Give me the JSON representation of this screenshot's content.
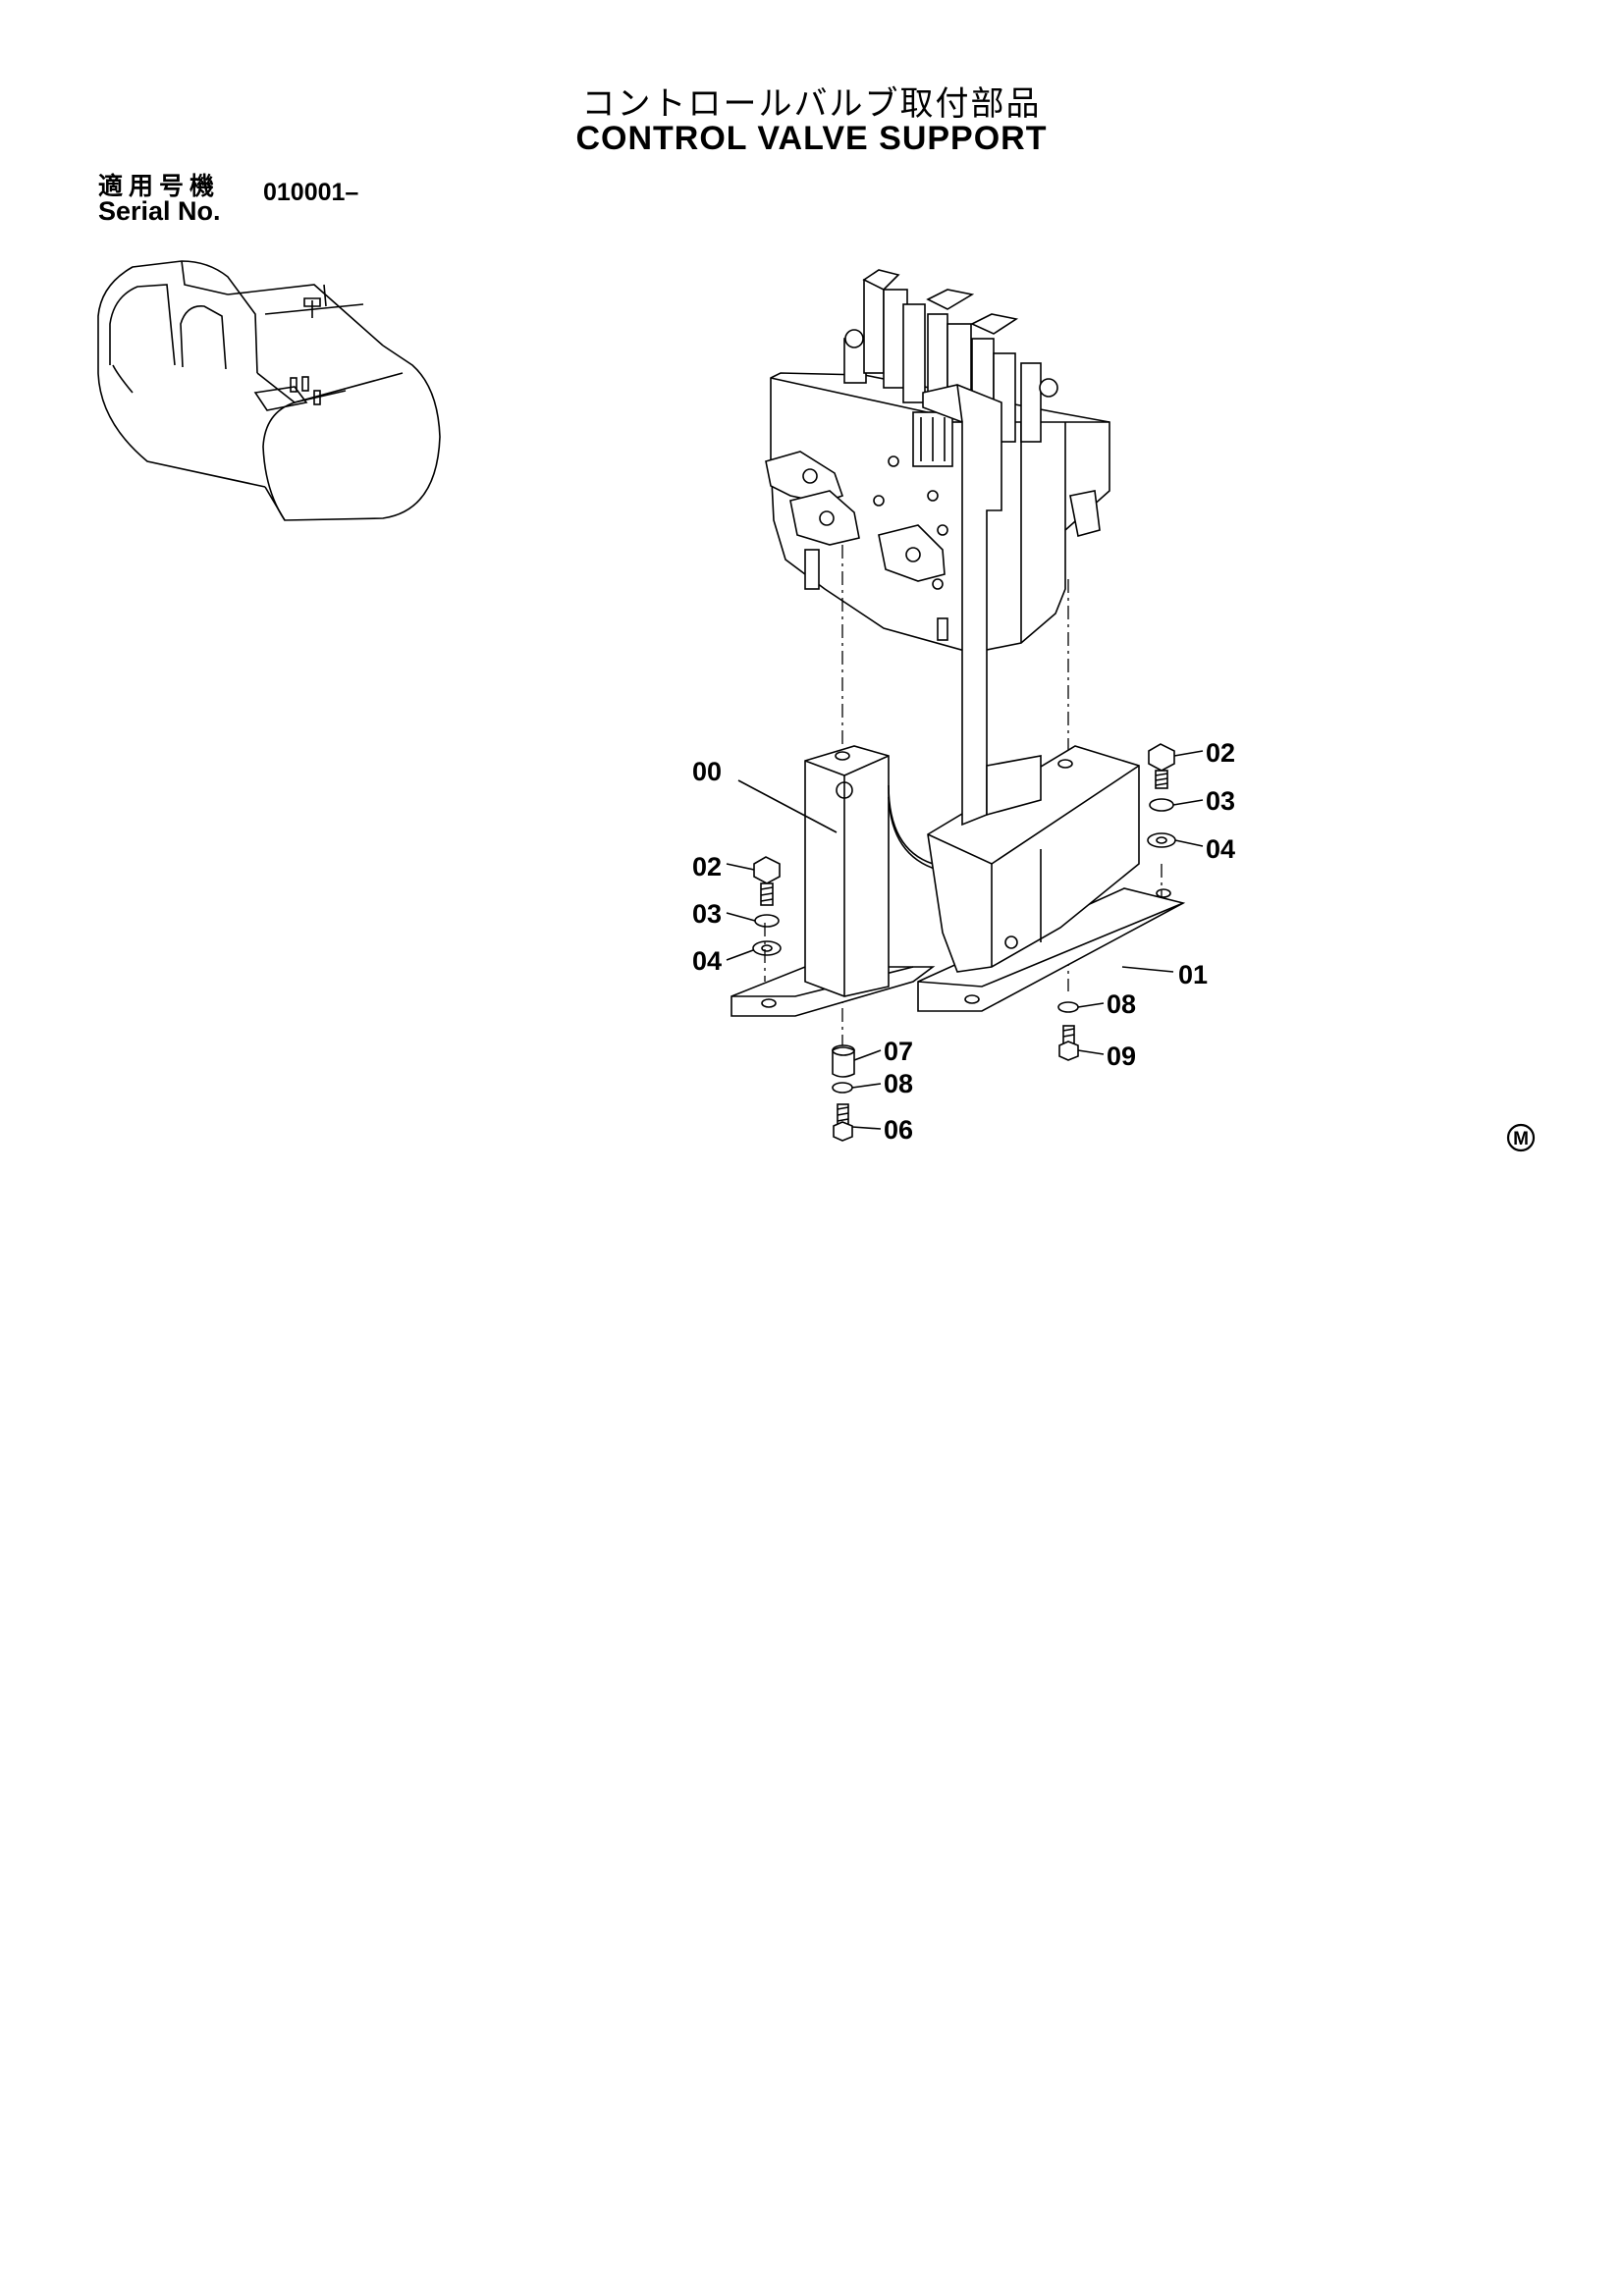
{
  "header": {
    "title_jp": "コントロールバルブ取付部品",
    "title_en": "CONTROL VALVE SUPPORT"
  },
  "serial": {
    "label_jp": "適用号機",
    "label_en": "Serial No.",
    "value": "010001–"
  },
  "callouts": {
    "c00": "00",
    "c01": "01",
    "c02_right": "02",
    "c03_right": "03",
    "c04_right": "04",
    "c02_left": "02",
    "c03_left": "03",
    "c04_left": "04",
    "c07": "07",
    "c08_left": "08",
    "c06": "06",
    "c08_right": "08",
    "c09": "09"
  },
  "mark": "M"
}
